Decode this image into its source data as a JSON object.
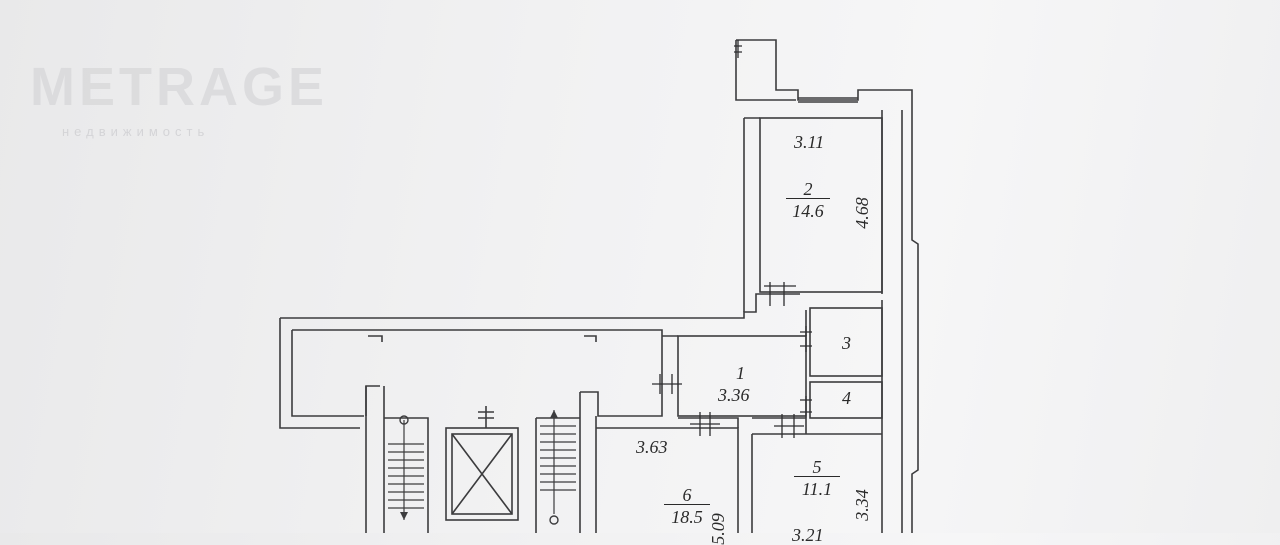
{
  "watermark": {
    "logo": "METRAGE",
    "subtitle": "недвижимость"
  },
  "rooms": [
    {
      "id": "2",
      "area": "14.6",
      "width": "3.11",
      "length": "4.68"
    },
    {
      "id": "3"
    },
    {
      "id": "4"
    },
    {
      "id": "1",
      "area": "3.36"
    },
    {
      "id": "6",
      "area": "18.5",
      "width": "3.63",
      "length": "5.09"
    },
    {
      "id": "5",
      "area": "11.1",
      "width": "3.21",
      "length": "3.34"
    }
  ]
}
